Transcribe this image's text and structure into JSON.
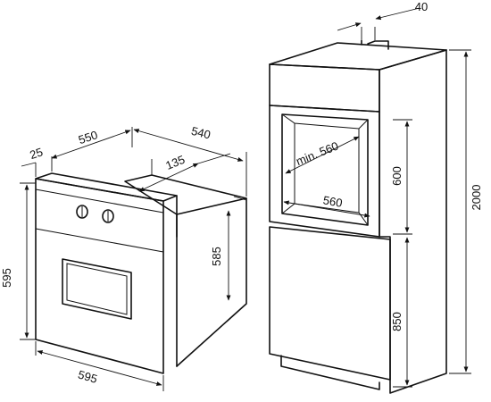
{
  "oven": {
    "height_label": "595",
    "width_label": "595",
    "depth_label": "540",
    "body_depth_label": "550",
    "front_thickness_label": "25",
    "inset_label": "135",
    "body_height_label": "585"
  },
  "cabinet": {
    "top_gap_label": "40",
    "niche_width_label": "min. 560",
    "niche_inner_label": "560",
    "niche_height_label": "600",
    "lower_height_label": "850",
    "total_height_label": "2000"
  }
}
